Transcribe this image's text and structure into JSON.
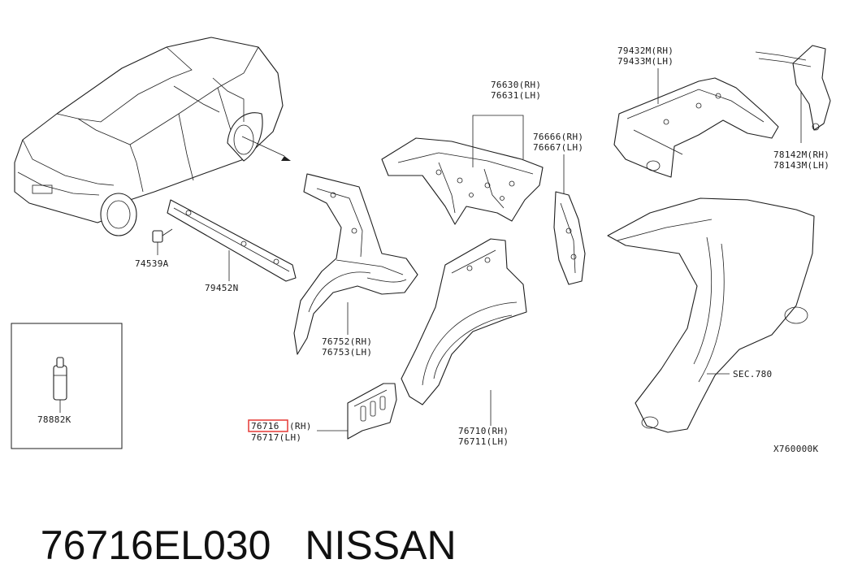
{
  "diagram": {
    "code": "X760000K",
    "highlight_color": "#e53935",
    "labels": {
      "l79432": "79432M(RH)",
      "l79433": "79433M(LH)",
      "l76630": "76630(RH)",
      "l76631": "76631(LH)",
      "l76666": "76666(RH)",
      "l76667": "76667(LH)",
      "l78142": "78142M(RH)",
      "l78143": "78143M(LH)",
      "l74539": "74539A",
      "l79452": "79452N",
      "l76752": "76752(RH)",
      "l76753": "76753(LH)",
      "l76716_num": "76716",
      "l76716_side": "(RH)",
      "l76717": "76717(LH)",
      "l76710": "76710(RH)",
      "l76711": "76711(LH)",
      "sec780": "SEC.780",
      "l78882": "78882K"
    }
  },
  "caption": {
    "part_number": "76716EL030",
    "brand": "NISSAN"
  }
}
